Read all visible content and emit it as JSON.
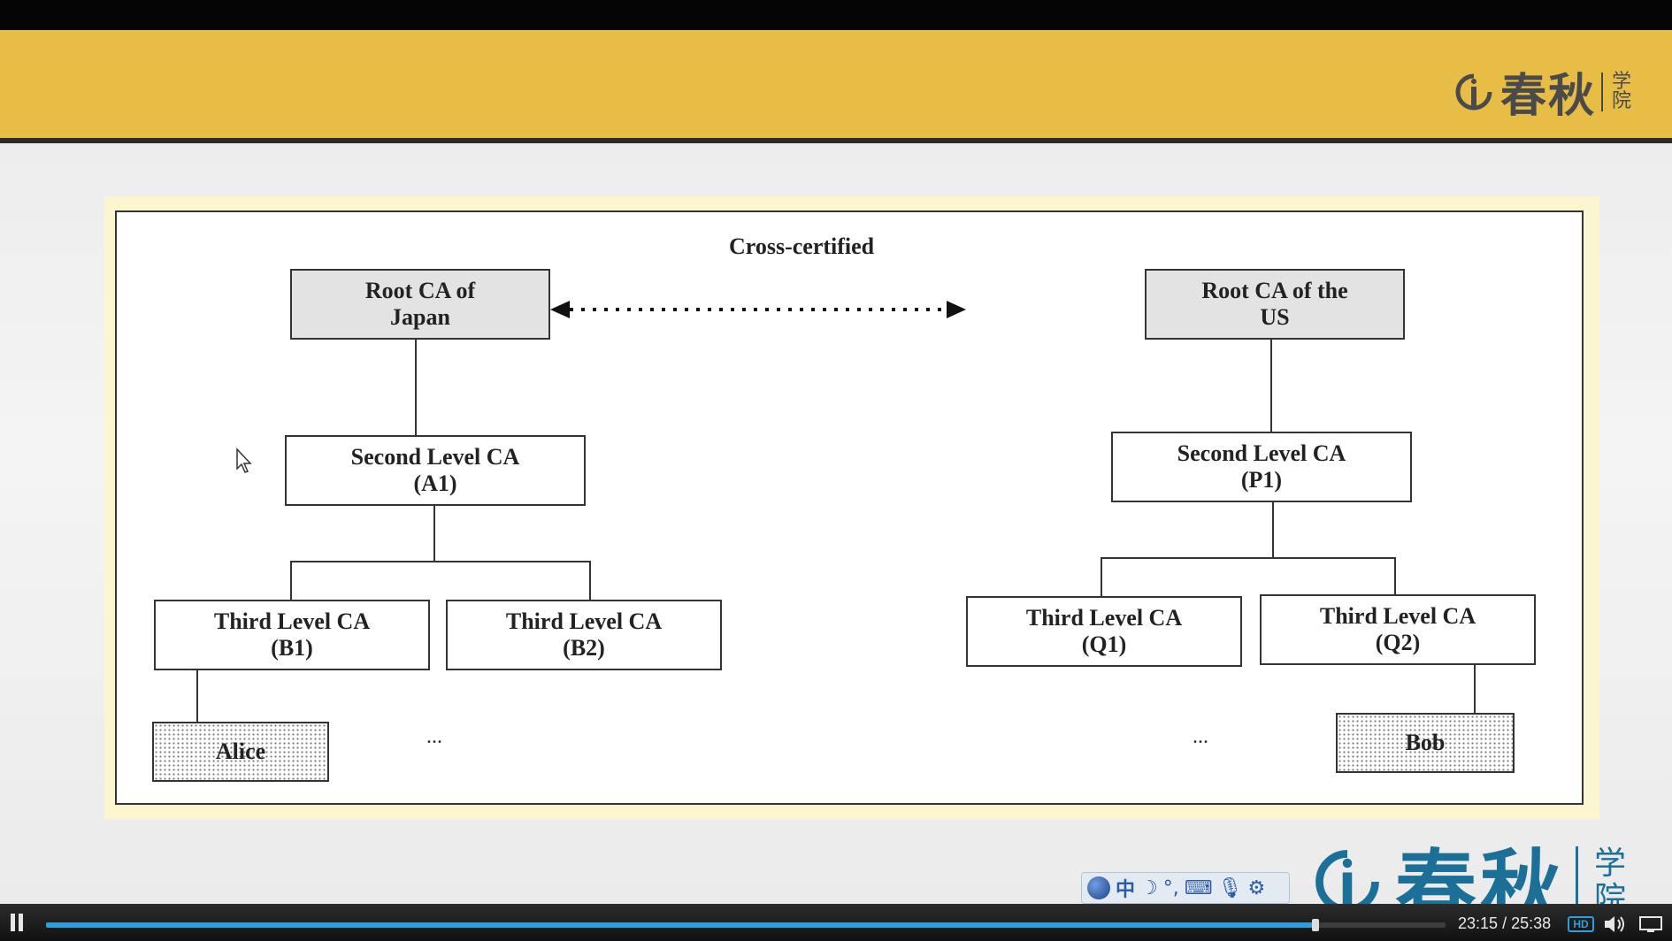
{
  "banner": {
    "logo_main": "春秋",
    "logo_sub": "学院"
  },
  "diagram": {
    "cross_label": "Cross-certified",
    "nodes": {
      "root_japan": [
        "Root CA of",
        "Japan"
      ],
      "root_us": [
        "Root CA of the",
        "US"
      ],
      "a1": [
        "Second Level CA",
        "(A1)"
      ],
      "p1": [
        "Second Level CA",
        "(P1)"
      ],
      "b1": [
        "Third Level CA",
        "(B1)"
      ],
      "b2": [
        "Third Level CA",
        "(B2)"
      ],
      "q1": [
        "Third Level CA",
        "(Q1)"
      ],
      "q2": [
        "Third Level CA",
        "(Q2)"
      ],
      "alice": "Alice",
      "bob": "Bob"
    },
    "ellipsis_left": "...",
    "ellipsis_right": "..."
  },
  "watermark": {
    "logo_main": "春秋",
    "logo_sub": "学院",
    "color": "#1c6f97"
  },
  "ime_toolbar": {
    "icons": [
      "ime-logo-icon",
      "chinese-mode-icon",
      "moon-icon",
      "punctuation-icon",
      "keyboard-icon",
      "mic-icon",
      "gear-icon"
    ],
    "mode_glyph": "中"
  },
  "player": {
    "current_time": "23:15",
    "separator": "/",
    "total_time": "25:38",
    "progress": 0.907,
    "hd_label": "HD",
    "accent": "#2c9fdc"
  }
}
